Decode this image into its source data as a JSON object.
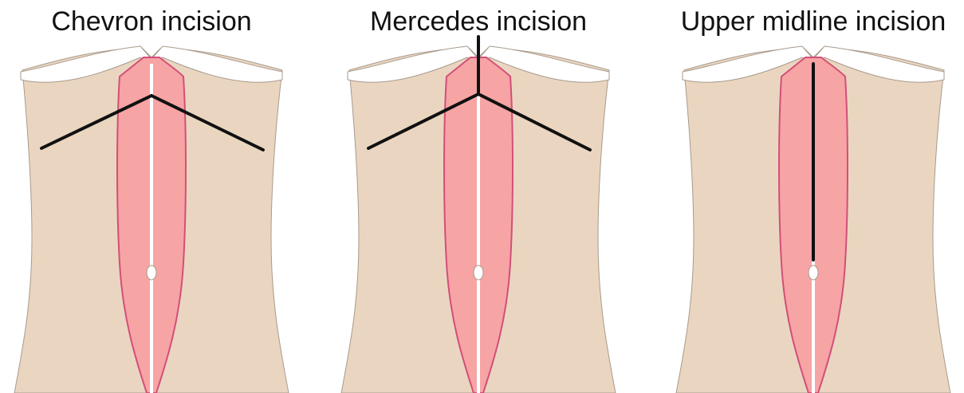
{
  "panels": [
    {
      "title": "Chevron incision",
      "incision": "chevron"
    },
    {
      "title": "Mercedes incision",
      "incision": "mercedes"
    },
    {
      "title": "Upper midline incision",
      "incision": "midline"
    }
  ],
  "colors": {
    "skin": "#ead6c0",
    "skin_outline": "#a89a8c",
    "rectus": "#f7a4a4",
    "rectus_outline": "#d24f79",
    "linea_alba": "#ffffff",
    "incision": "#111111"
  }
}
